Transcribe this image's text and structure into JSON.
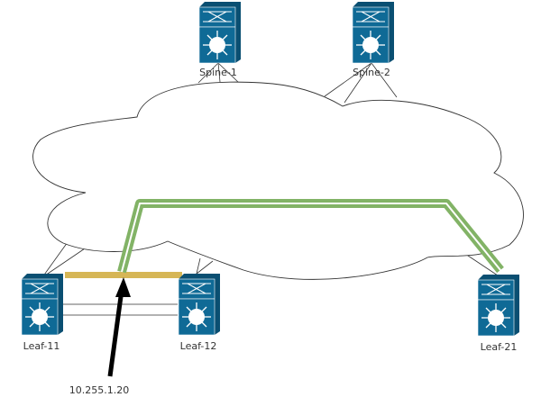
{
  "diagram": {
    "title": "Leaf-Spine fabric with anycast gateway",
    "nodes": [
      {
        "id": "spine-1",
        "label": "Spine-1",
        "type": "layer3-switch"
      },
      {
        "id": "spine-2",
        "label": "Spine-2",
        "type": "layer3-switch"
      },
      {
        "id": "leaf-11",
        "label": "Leaf-11",
        "type": "layer3-switch"
      },
      {
        "id": "leaf-12",
        "label": "Leaf-12",
        "type": "layer3-switch"
      },
      {
        "id": "leaf-21",
        "label": "Leaf-21",
        "type": "layer3-switch"
      }
    ],
    "cloud": {
      "label": "",
      "icon": "cloud-icon"
    },
    "annotation": {
      "label": "10.255.1.20",
      "icon": "arrow-icon"
    },
    "colors": {
      "switch": "#0f6a96",
      "switch_dark": "#0a4f72",
      "tunnel": "#82b366",
      "vpc_bar": "#d6b656",
      "arrow": "#000000",
      "line": "#333333"
    }
  }
}
